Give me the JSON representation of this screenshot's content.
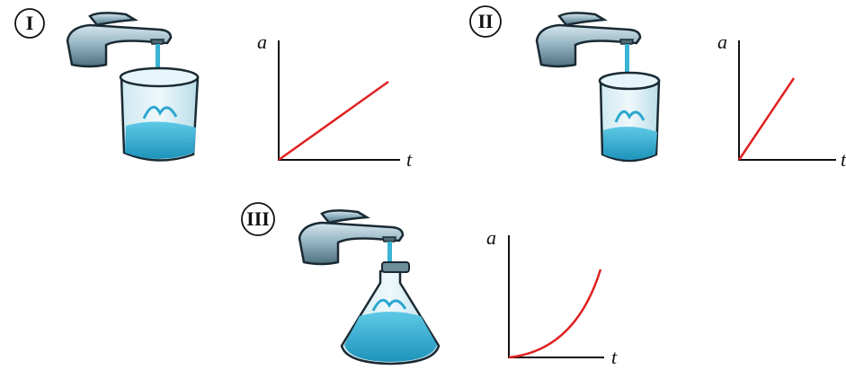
{
  "panels": [
    {
      "id": "I",
      "label": "I",
      "vessel": "wide-cylinder-glass",
      "y_axis_label": "a",
      "x_axis_label": "t",
      "curve": "linear-shallow"
    },
    {
      "id": "II",
      "label": "II",
      "vessel": "narrow-cylinder-glass",
      "y_axis_label": "a",
      "x_axis_label": "t",
      "curve": "linear-steep"
    },
    {
      "id": "III",
      "label": "III",
      "vessel": "conical-flask",
      "y_axis_label": "a",
      "x_axis_label": "t",
      "curve": "increasing-convex"
    }
  ],
  "colors": {
    "curve": "#e02020",
    "water": "#3bb3d6",
    "faucet": "#8aa9b8",
    "glass": "#c8e8f2"
  }
}
